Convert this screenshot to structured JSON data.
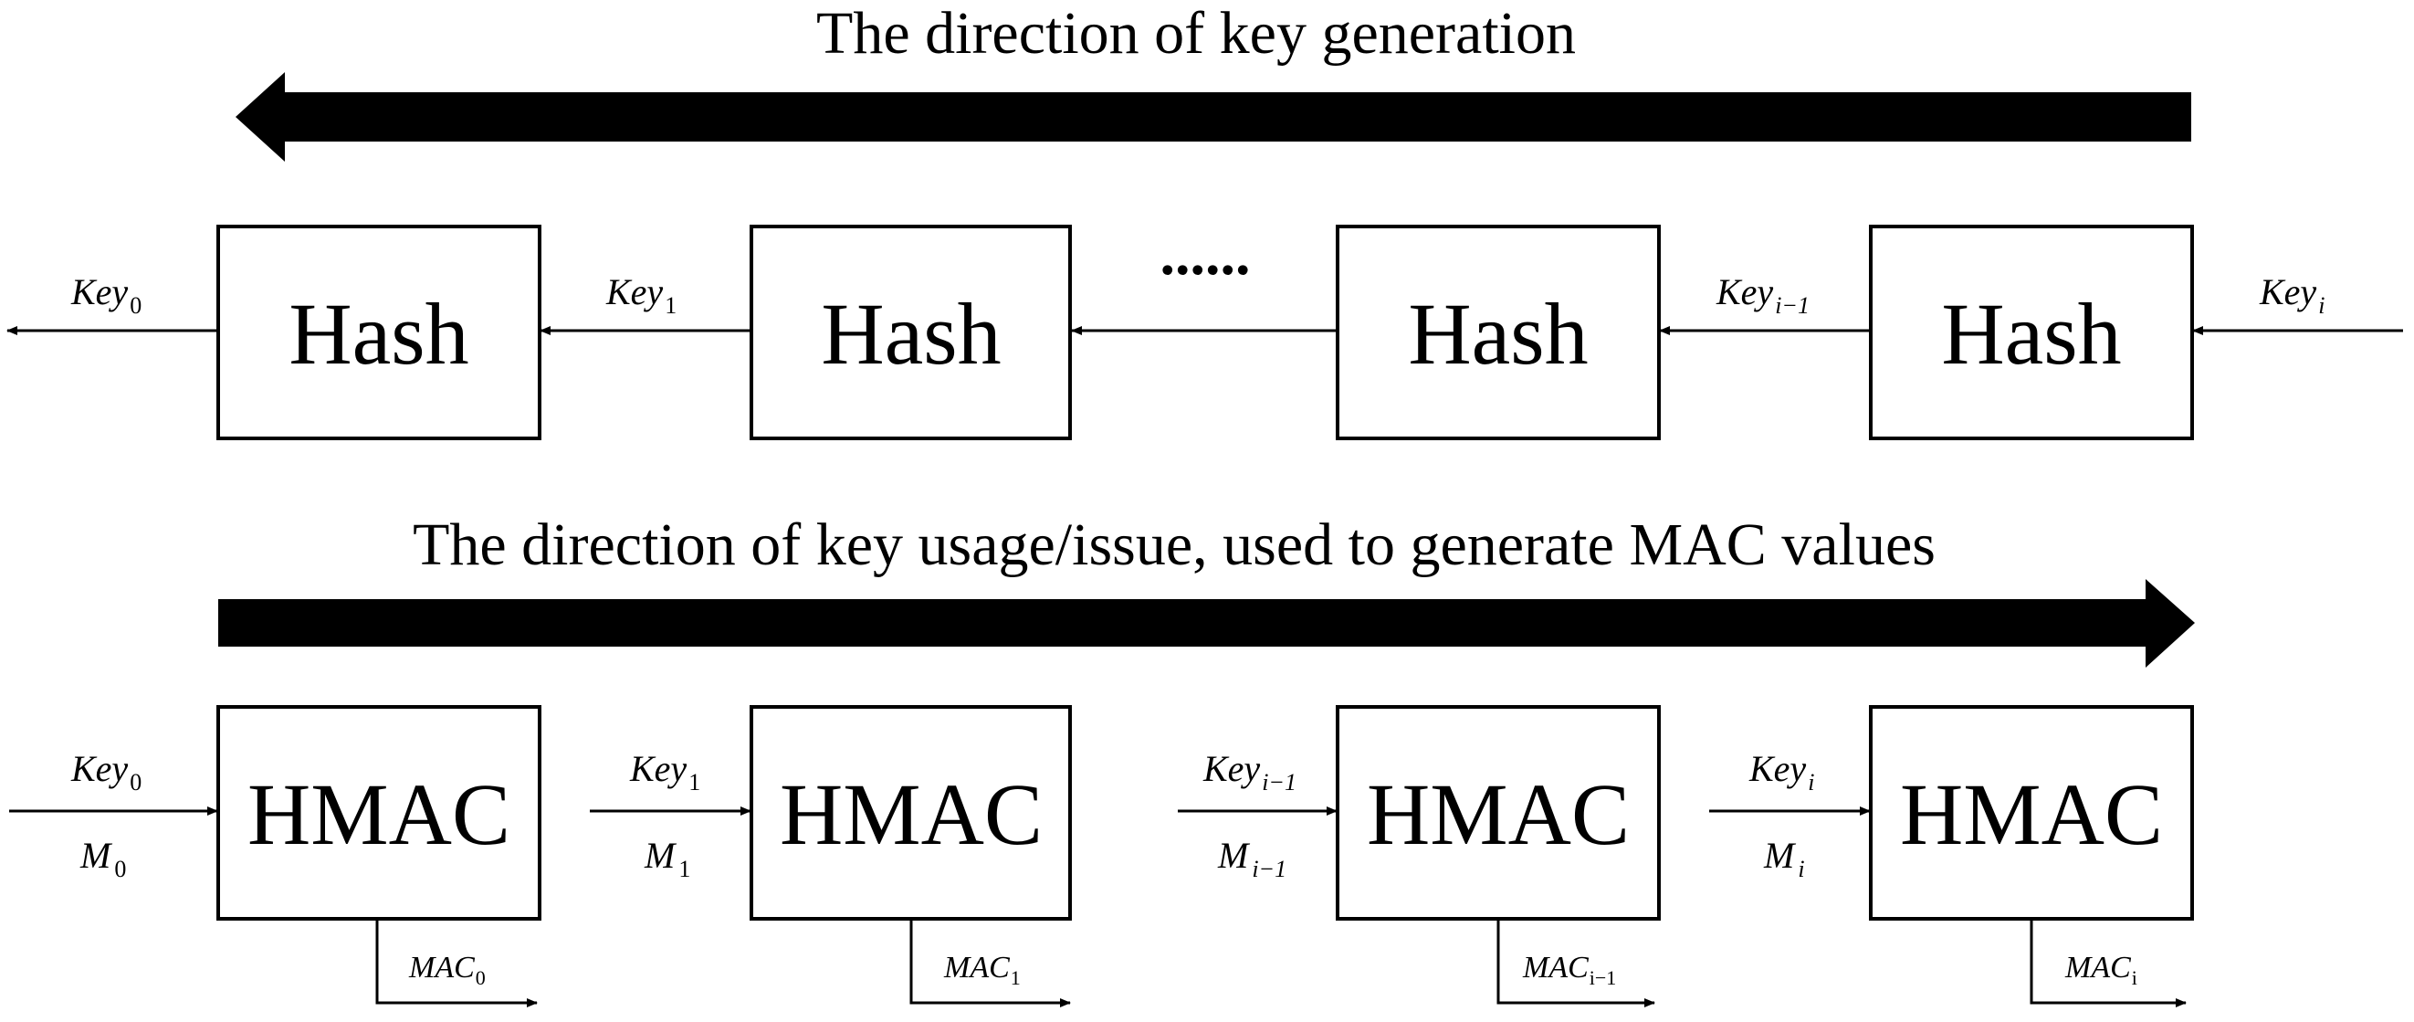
{
  "titles": {
    "generation": "The direction of key generation",
    "usage": "The direction of key usage/issue, used to generate MAC values"
  },
  "hash_row": {
    "box_label": "Hash",
    "ellipsis": "......",
    "keys": [
      {
        "base": "Key",
        "sub": "0"
      },
      {
        "base": "Key",
        "sub": "1"
      },
      {
        "base": "Key",
        "sub": "i−1"
      },
      {
        "base": "Key",
        "sub": "i"
      }
    ]
  },
  "hmac_row": {
    "box_label": "HMAC",
    "units": [
      {
        "key": "Key",
        "key_sub": "0",
        "msg": "M",
        "msg_sub": "0",
        "mac": "MAC",
        "mac_sub": "0"
      },
      {
        "key": "Key",
        "key_sub": "1",
        "msg": "M",
        "msg_sub": "1",
        "mac": "MAC",
        "mac_sub": "1"
      },
      {
        "key": "Key",
        "key_sub": "i−1",
        "msg": "M",
        "msg_sub": "i−1",
        "mac": "MAC",
        "mac_sub": "i−1"
      },
      {
        "key": "Key",
        "key_sub": "i",
        "msg": "M",
        "msg_sub": "i",
        "mac": "MAC",
        "mac_sub": "i"
      }
    ]
  },
  "colors": {
    "ink": "#000000",
    "background": "#ffffff"
  }
}
